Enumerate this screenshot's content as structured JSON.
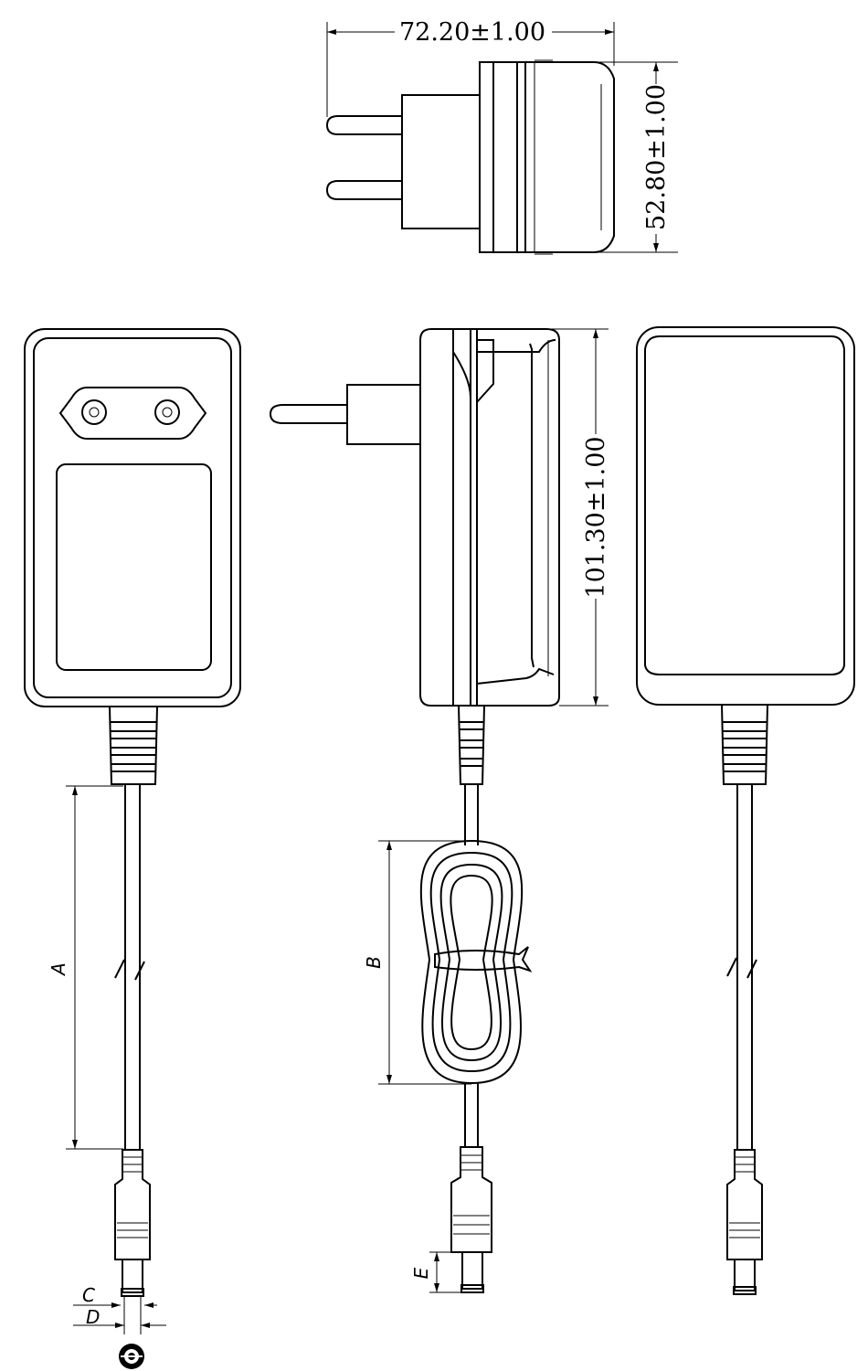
{
  "dimensions": {
    "width": "72.20±1.00",
    "depth": "52.80±1.00",
    "height": "101.30±1.00"
  },
  "labels": {
    "cable_length": "A",
    "bundle_length": "B",
    "pin_inner": "C",
    "pin_outer": "D",
    "plug_length": "E"
  }
}
